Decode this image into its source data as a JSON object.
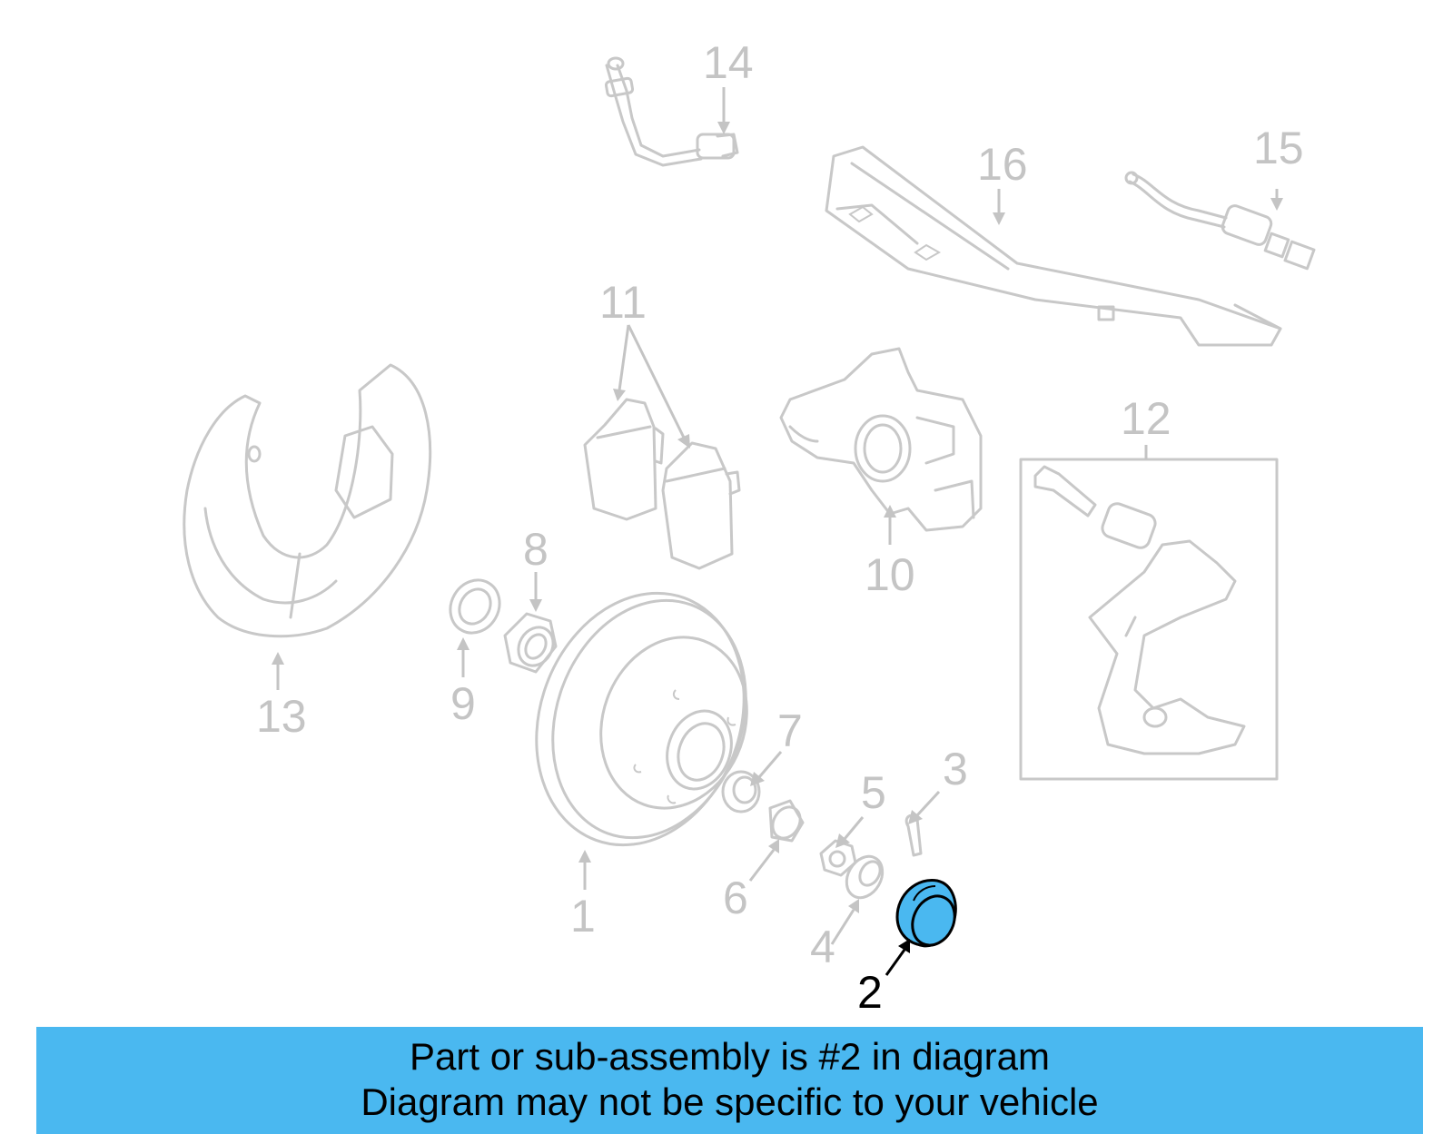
{
  "diagram": {
    "highlighted_part": "2",
    "highlight_color": "#4ab8f0",
    "callouts": [
      {
        "id": "1",
        "label": "1"
      },
      {
        "id": "2",
        "label": "2"
      },
      {
        "id": "3",
        "label": "3"
      },
      {
        "id": "4",
        "label": "4"
      },
      {
        "id": "5",
        "label": "5"
      },
      {
        "id": "6",
        "label": "6"
      },
      {
        "id": "7",
        "label": "7"
      },
      {
        "id": "8",
        "label": "8"
      },
      {
        "id": "9",
        "label": "9"
      },
      {
        "id": "10",
        "label": "10"
      },
      {
        "id": "11",
        "label": "11"
      },
      {
        "id": "12",
        "label": "12"
      },
      {
        "id": "13",
        "label": "13"
      },
      {
        "id": "14",
        "label": "14"
      },
      {
        "id": "15",
        "label": "15"
      },
      {
        "id": "16",
        "label": "16"
      }
    ]
  },
  "banner": {
    "line1": "Part or sub-assembly is #2 in diagram",
    "line2": "Diagram may not be specific to your vehicle",
    "color": "#4ab8f0"
  }
}
